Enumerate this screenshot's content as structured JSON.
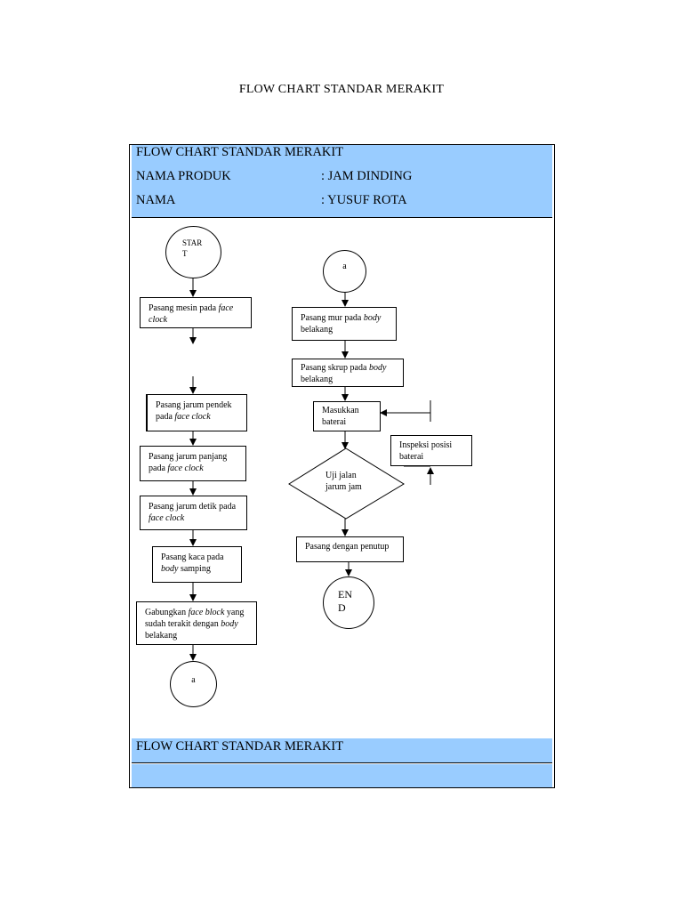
{
  "page_title": "FLOW CHART STANDAR MERAKIT",
  "header": {
    "title": "FLOW CHART STANDAR MERAKIT",
    "product_label": "NAMA PRODUK",
    "product_value": ": JAM DINDING",
    "name_label": "NAMA",
    "name_value": ": YUSUF ROTA"
  },
  "footer": {
    "title": "FLOW CHART STANDAR MERAKIT"
  },
  "flow": {
    "start_line1": "STAR",
    "start_line2": "T",
    "step1_a": "Pasang mesin pada ",
    "step1_b": "face",
    "step1_c": "clock",
    "step2_a": "Pasang jarum pendek",
    "step2_b": "pada ",
    "step2_c": "face clock",
    "step3_a": "Pasang jarum panjang",
    "step3_b": "pada ",
    "step3_c": "face clock",
    "step4_a": "Pasang jarum detik pada",
    "step4_b": "face clock",
    "step5_a": "Pasang kaca pada",
    "step5_b": "body",
    "step5_c": " samping",
    "step6_a": "Gabungkan ",
    "step6_b": "face block",
    "step6_c": " yang",
    "step6_d": "sudah terakit dengan ",
    "step6_e": "body",
    "step6_f": "belakang",
    "connector_bottom": "a",
    "connector_top": "a",
    "step7_a": "Pasang mur pada ",
    "step7_b": "body",
    "step7_c": "belakang",
    "step8_a": "Pasang skrup pada ",
    "step8_b": "body",
    "step8_c": "belakang",
    "step9_a": "Masukkan",
    "step9_b": "baterai",
    "decision_a": "Uji jalan",
    "decision_b": "jarum jam",
    "inspect_a": "Inspeksi posisi",
    "inspect_b": "baterai",
    "step10": "Pasang dengan penutup",
    "end_line1": "EN",
    "end_line2": "D"
  }
}
